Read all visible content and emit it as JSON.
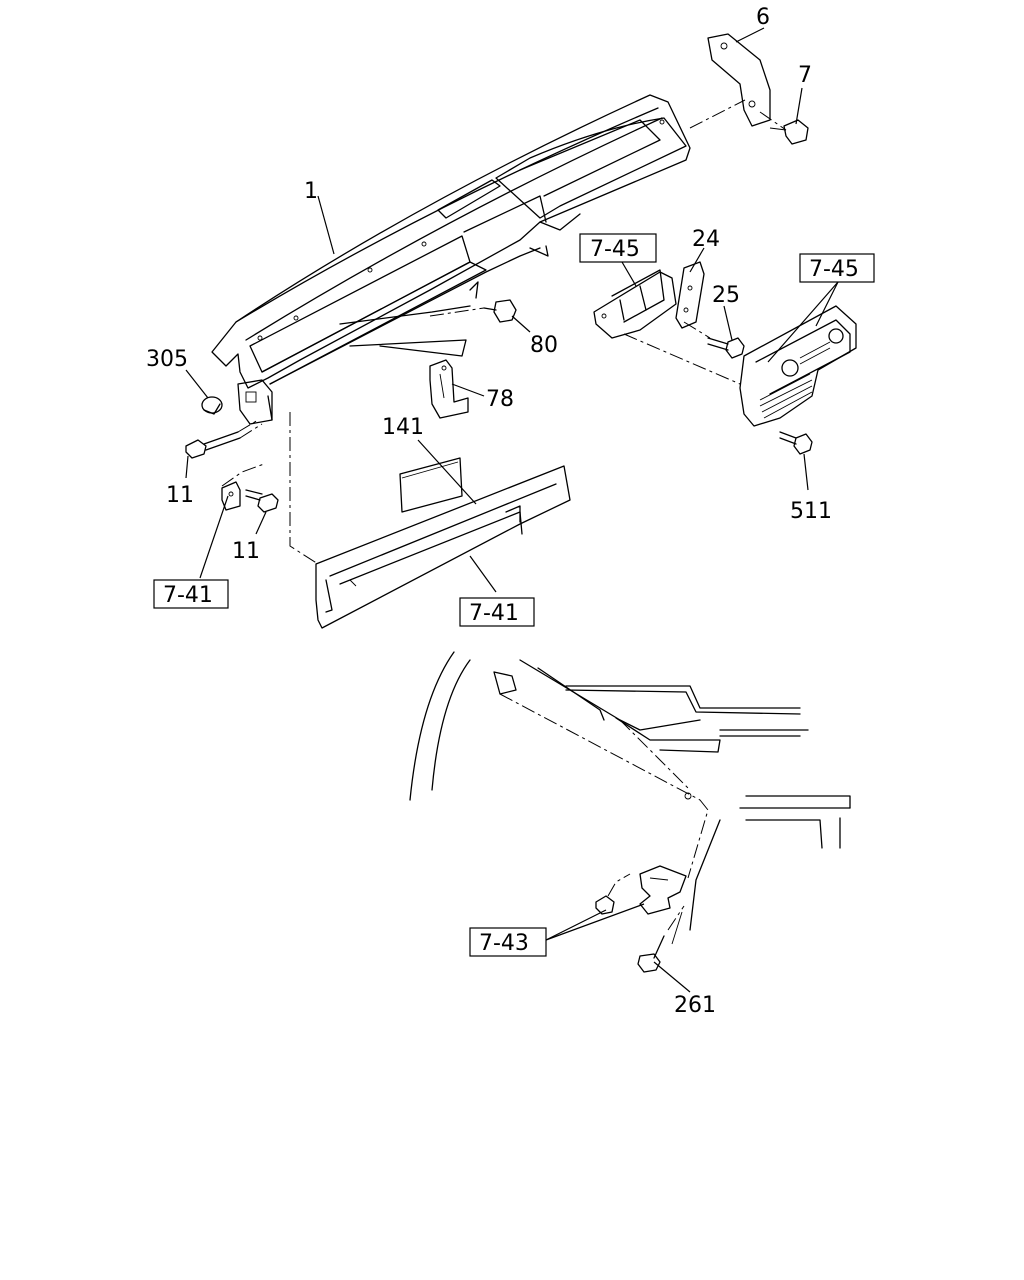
{
  "diagram": {
    "part_labels": {
      "p1": "1",
      "p6": "6",
      "p7": "7",
      "p305": "305",
      "p80": "80",
      "p78": "78",
      "p24": "24",
      "p25": "25",
      "p141": "141",
      "p11a": "11",
      "p11b": "11",
      "p511": "511",
      "p261": "261"
    },
    "reference_labels": {
      "r745a": "7-45",
      "r745b": "7-45",
      "r741a": "7-41",
      "r741b": "7-41",
      "r743": "7-43"
    }
  }
}
